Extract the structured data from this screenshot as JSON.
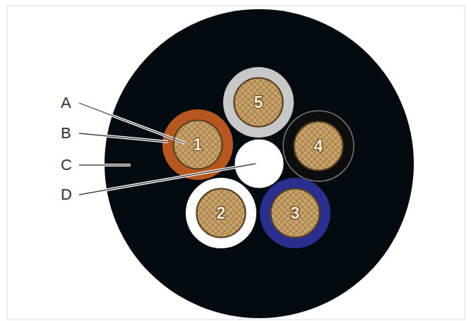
{
  "diagram": {
    "nodes": [
      {
        "text": [
          "5"
        ]
      },
      {
        "text": [
          "1"
        ]
      },
      {
        "text": [
          "4"
        ]
      },
      {
        "text": [
          "2"
        ]
      },
      {
        "text": [
          "3"
        ]
      }
    ],
    "labels": [
      "A",
      "B",
      "C",
      "D"
    ]
  }
}
